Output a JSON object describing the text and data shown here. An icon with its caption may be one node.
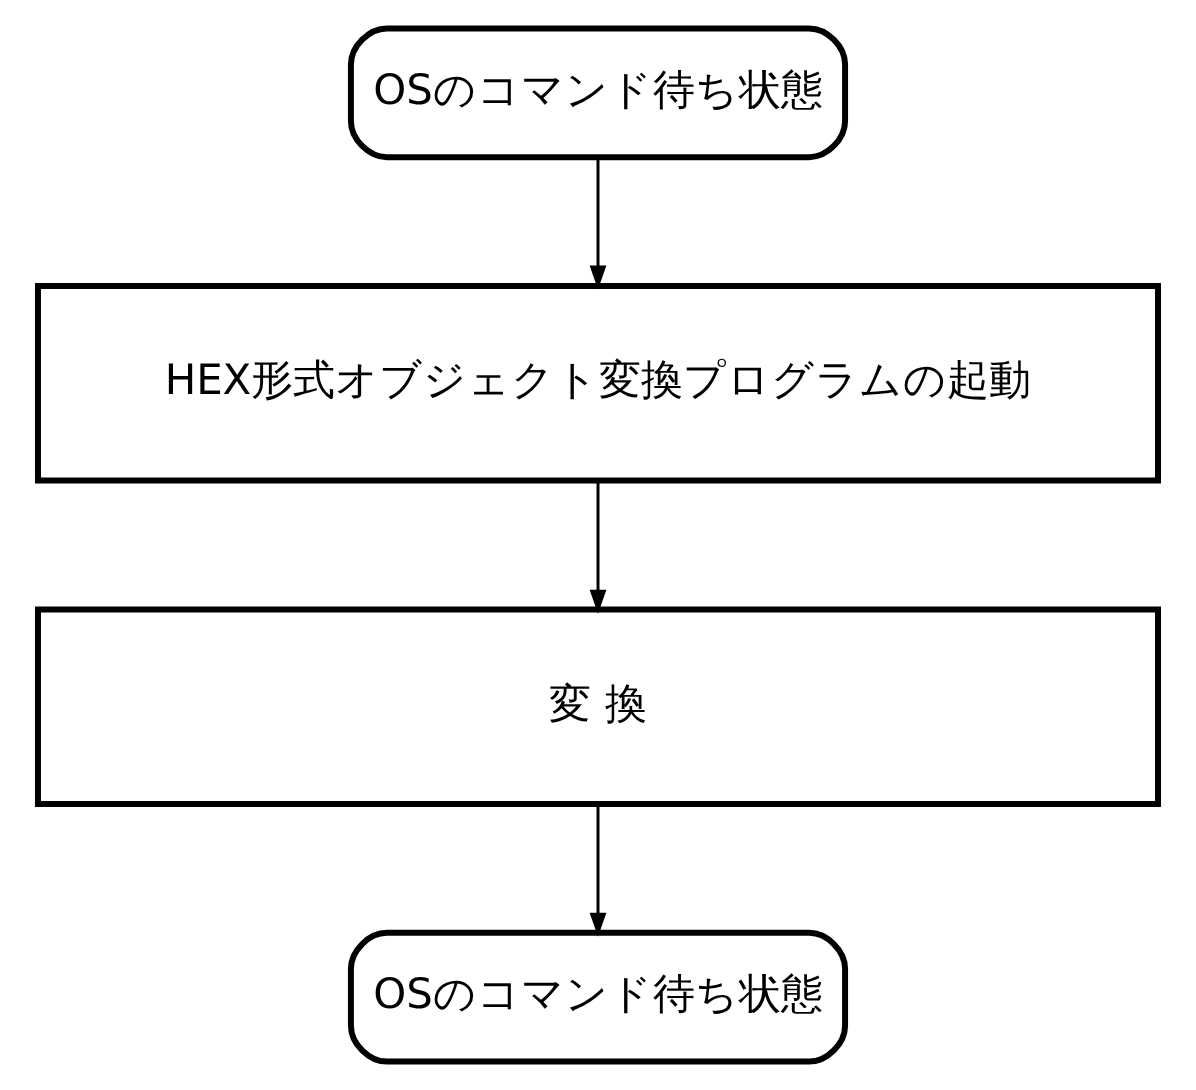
{
  "diagram": {
    "nodes": [
      {
        "text": [
          "OSのコマンド待ち状態"
        ]
      },
      {
        "text": [
          "HEX形式オブジェクト変換プログラムの起動"
        ]
      },
      {
        "text": [
          "変 換"
        ]
      },
      {
        "text": [
          "OSのコマンド待ち状態"
        ]
      }
    ],
    "edges": [
      {
        "from": 0,
        "to": 1,
        "arrow": "to"
      },
      {
        "from": 1,
        "to": 2,
        "arrow": "to"
      },
      {
        "from": 2,
        "to": 3,
        "arrow": "to"
      }
    ]
  }
}
